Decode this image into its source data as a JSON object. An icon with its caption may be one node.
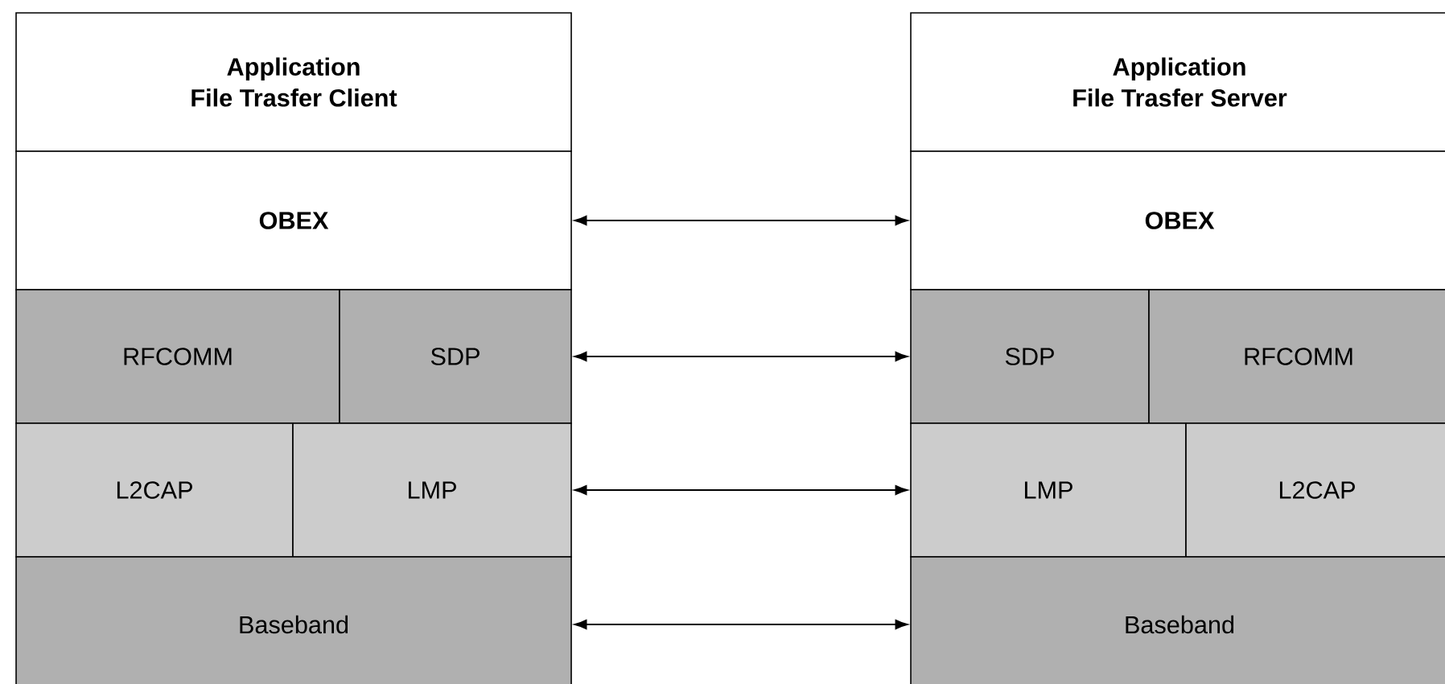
{
  "diagram": {
    "nodes": [
      {
        "text": [
          "Application",
          "File Trasfer Client"
        ]
      },
      {
        "text": [
          "Application",
          "File Trasfer Server"
        ]
      },
      {
        "text": [
          "OBEX"
        ]
      },
      {
        "text": [
          "OBEX"
        ]
      },
      {
        "text": [
          "RFCOMM"
        ]
      },
      {
        "text": [
          "SDP"
        ]
      },
      {
        "text": [
          "SDP"
        ]
      },
      {
        "text": [
          "RFCOMM"
        ]
      },
      {
        "text": [
          "L2CAP"
        ]
      },
      {
        "text": [
          "LMP"
        ]
      },
      {
        "text": [
          "LMP"
        ]
      },
      {
        "text": [
          "L2CAP"
        ]
      },
      {
        "text": [
          "Baseband"
        ]
      },
      {
        "text": [
          "Baseband"
        ]
      }
    ],
    "edges": [
      {
        "from": 2,
        "to": 3,
        "arrow": "both"
      },
      {
        "from": 5,
        "to": 6,
        "arrow": "both"
      },
      {
        "from": 9,
        "to": 10,
        "arrow": "both"
      },
      {
        "from": 12,
        "to": 13,
        "arrow": "both"
      }
    ]
  }
}
